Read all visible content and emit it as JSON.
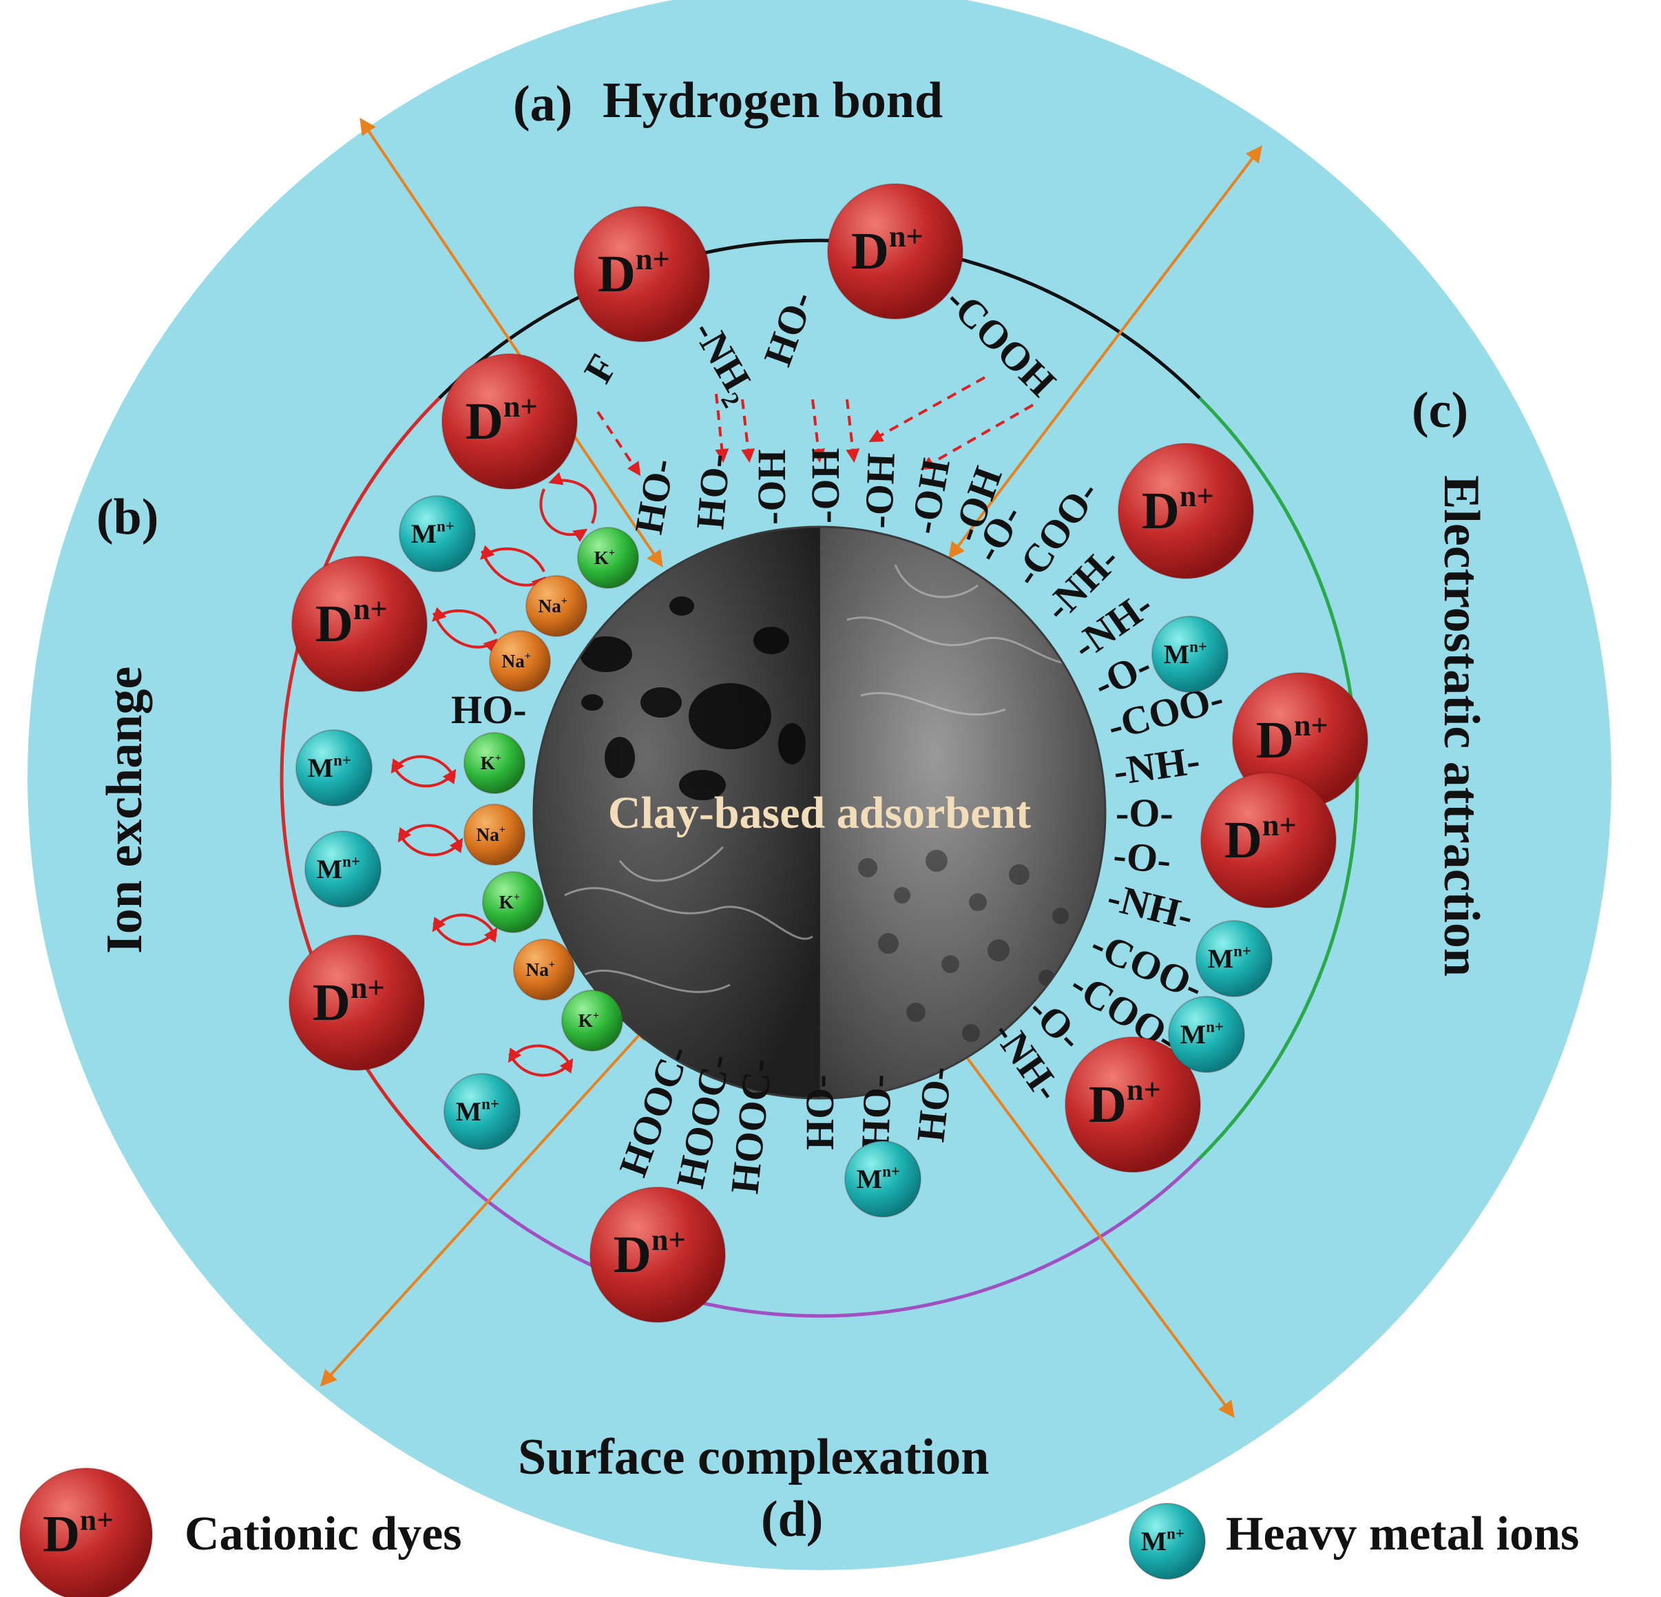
{
  "sections": {
    "a": {
      "letter": "(a)",
      "title": "Hydrogen bond"
    },
    "b": {
      "letter": "(b)",
      "title": "Ion exchange"
    },
    "c": {
      "letter": "(c)",
      "title": "Electrostatic attraction"
    },
    "d": {
      "letter": "(d)",
      "title": "Surface complexation"
    }
  },
  "center_label": "Clay-based adsorbent",
  "ions": {
    "dye_base": "D",
    "dye_sup": "n+",
    "metal_base": "M",
    "metal_sup": "n+",
    "potassium": "K",
    "sodium": "Na",
    "cation_sup": "+"
  },
  "hydrogen_bond_groups": {
    "surface": [
      "HO-",
      "HO-",
      "-OH",
      "-OH",
      "-OH",
      "-OH",
      "-OH"
    ],
    "dye": [
      "F",
      "-NH",
      "HO-",
      "-COOH"
    ],
    "nh_subscript": "2"
  },
  "ion_exchange_groups": [
    "HO-"
  ],
  "electrostatic_groups": [
    "-O-",
    "-COO-",
    "-NH-",
    "-NH-",
    "-O-",
    "-COO-",
    "-NH-",
    "-O-",
    "-O-",
    "-NH-",
    "-COO-",
    "-COO-",
    "-O-",
    "-NH-"
  ],
  "complexation_groups": [
    "HOOC-",
    "HOOC-",
    "HOOC-",
    "HO-",
    "HO-",
    "HO-"
  ],
  "legend": {
    "dyes_label": "Cationic dyes",
    "metals_label": "Heavy metal ions"
  },
  "colors": {
    "background_disc": "#98dcea",
    "dye_red": "#c42a2a",
    "metal_teal": "#1fb3b3",
    "potassium_green": "#2fb83a",
    "sodium_orange": "#d9741e",
    "arrow_orange": "#e8821e",
    "ring_black": "#111111",
    "ring_green": "#2aa84a",
    "ring_red": "#d42a2a",
    "ring_purple": "#a050c0",
    "exchange_arrow": "#e02020"
  }
}
